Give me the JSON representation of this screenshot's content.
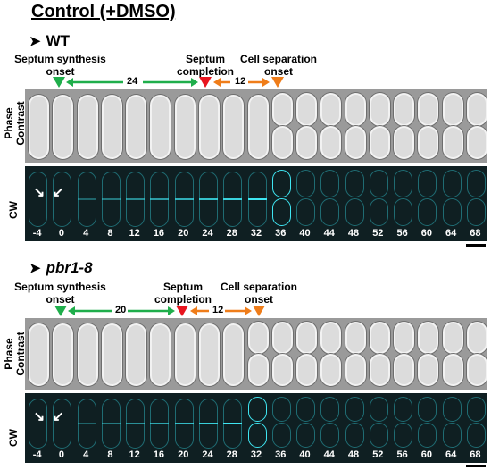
{
  "title": "Control (+DMSO)",
  "panels": [
    {
      "key": "wt",
      "header": "WT",
      "italic": false,
      "events": {
        "onset_label": "Septum synthesis\nonset",
        "completion_label": "Septum\ncompletion",
        "separation_label": "Cell separation\nonset",
        "green_duration": "24",
        "orange_duration": "12"
      },
      "phase_label": "Phase\nContrast",
      "cw_label": "CW",
      "timepoints": [
        "-4",
        "0",
        "4",
        "8",
        "12",
        "16",
        "20",
        "24",
        "28",
        "32",
        "36",
        "40",
        "44",
        "48",
        "52",
        "56",
        "60",
        "64",
        "68"
      ]
    },
    {
      "key": "pbr",
      "header": "pbr1-8",
      "italic": true,
      "events": {
        "onset_label": "Septum synthesis\nonset",
        "completion_label": "Septum\ncompletion",
        "separation_label": "Cell separation\nonset",
        "green_duration": "20",
        "orange_duration": "12"
      },
      "phase_label": "Phase\nContrast",
      "cw_label": "CW",
      "timepoints": [
        "-4",
        "0",
        "4",
        "8",
        "12",
        "16",
        "20",
        "24",
        "28",
        "32",
        "36",
        "40",
        "44",
        "48",
        "52",
        "56",
        "60",
        "64",
        "68"
      ]
    }
  ],
  "colors": {
    "green": "#1fae4b",
    "red": "#e8141e",
    "orange": "#ef7d1a",
    "cyan": "#3fe6f2"
  }
}
